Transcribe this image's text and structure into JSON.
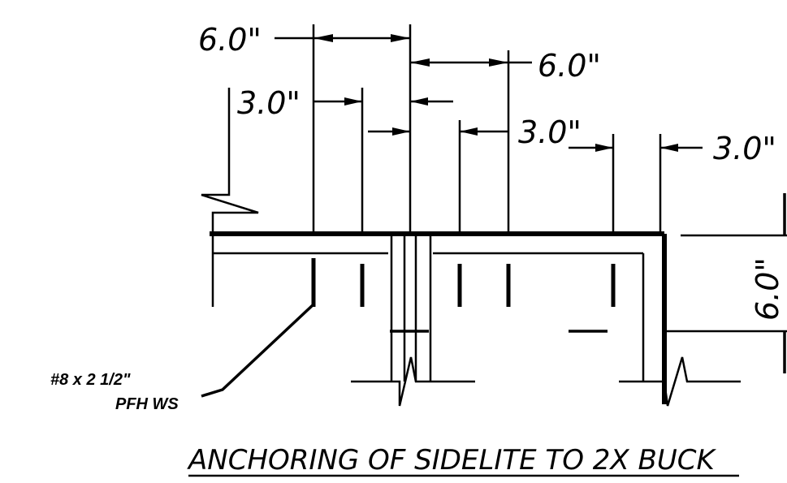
{
  "drawing": {
    "title": "ANCHORING OF SIDELITE TO 2X BUCK",
    "dimensions": {
      "top_left_6": "6.0\"",
      "top_right_6": "6.0\"",
      "left_3": "3.0\"",
      "mid_3": "3.0\"",
      "right_3": "3.0\"",
      "vertical_6": "6.0\""
    },
    "fastener_note": {
      "line1": "#8 x 2 1/2\"",
      "line2": "PFH WS"
    }
  }
}
